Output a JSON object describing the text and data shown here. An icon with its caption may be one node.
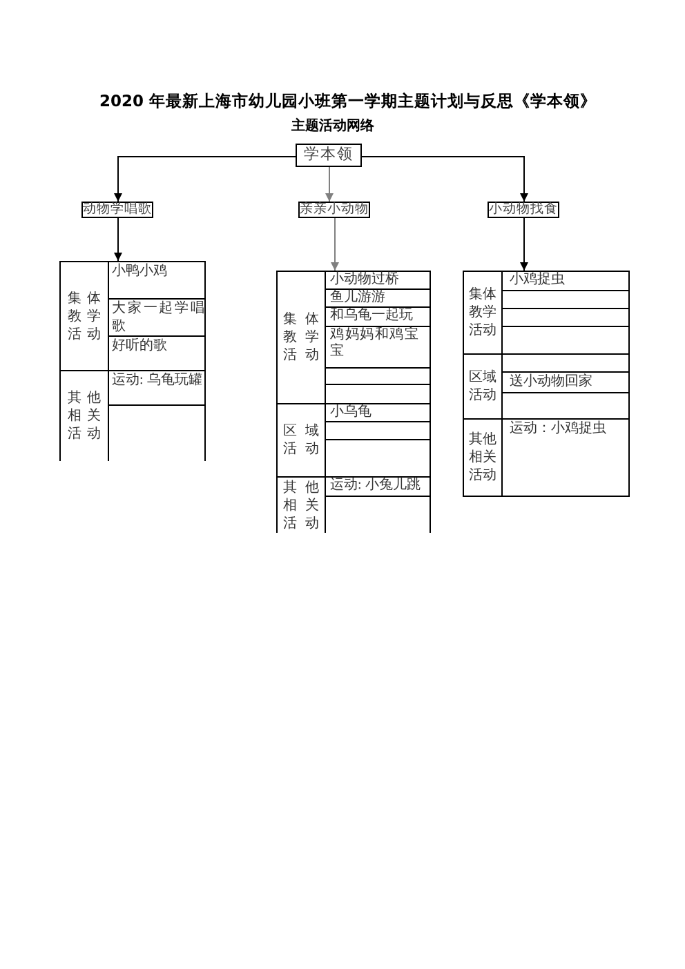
{
  "diagram": {
    "title": "2020 年最新上海市幼儿园小班第一学期主题计划与反思《学本领》",
    "nodes": [
      {
        "text": [
          "学本领"
        ]
      },
      {
        "text": [
          "动物学唱歌"
        ]
      },
      {
        "text": [
          "亲亲小动物"
        ]
      },
      {
        "text": [
          "小动物找食"
        ]
      },
      {
        "text": [],
        "shape": "table"
      },
      {
        "text": [
          "集体教学活动"
        ],
        "in": 4
      },
      {
        "text": [
          "小鸭小鸡"
        ],
        "in": 4
      },
      {
        "text": [
          "大家一起学唱歌"
        ],
        "in": 4
      },
      {
        "text": [
          "好听的歌"
        ],
        "in": 4
      },
      {
        "text": [
          "其他相关活动"
        ],
        "in": 4
      },
      {
        "text": [
          "运动: 乌龟玩罐"
        ],
        "in": 4
      },
      {
        "text": [],
        "shape": "box",
        "in": 4
      },
      {
        "text": [],
        "shape": "table"
      },
      {
        "text": [
          "集体教学活动"
        ],
        "in": 12
      },
      {
        "text": [
          "小动物过桥"
        ],
        "in": 12
      },
      {
        "text": [
          "鱼儿游游"
        ],
        "in": 12
      },
      {
        "text": [
          "和乌龟一起玩"
        ],
        "in": 12
      },
      {
        "text": [
          "鸡妈妈和鸡宝宝"
        ],
        "in": 12
      },
      {
        "text": [],
        "shape": "box",
        "in": 12
      },
      {
        "text": [],
        "shape": "box",
        "in": 12
      },
      {
        "text": [
          "区域活动"
        ],
        "in": 12
      },
      {
        "text": [
          "小乌龟"
        ],
        "in": 12
      },
      {
        "text": [],
        "shape": "box",
        "in": 12
      },
      {
        "text": [],
        "shape": "box",
        "in": 12
      },
      {
        "text": [
          "其他相关活动"
        ],
        "in": 12
      },
      {
        "text": [
          "运动: 小兔儿跳"
        ],
        "in": 12
      },
      {
        "text": [],
        "shape": "box",
        "in": 12
      },
      {
        "text": [],
        "shape": "table"
      },
      {
        "text": [
          "集体教学活动"
        ],
        "in": 27
      },
      {
        "text": [
          "小鸡捉虫"
        ],
        "in": 27
      },
      {
        "text": [],
        "shape": "box",
        "in": 27
      },
      {
        "text": [],
        "shape": "box",
        "in": 27
      },
      {
        "text": [],
        "shape": "box",
        "in": 27
      },
      {
        "text": [
          "区域活动"
        ],
        "in": 27
      },
      {
        "text": [],
        "shape": "box",
        "in": 27
      },
      {
        "text": [
          "送小动物回家"
        ],
        "in": 27
      },
      {
        "text": [],
        "shape": "box",
        "in": 27
      },
      {
        "text": [
          "其他相关活动"
        ],
        "in": 27
      },
      {
        "text": [
          "运动：小鸡捉虫"
        ],
        "in": 27
      }
    ],
    "edges": [
      {
        "from": 0,
        "to": 1,
        "arrow": "to"
      },
      {
        "from": 0,
        "to": 2,
        "arrow": "to",
        "color": "#808080"
      },
      {
        "from": 0,
        "to": 3,
        "arrow": "to"
      },
      {
        "from": 1,
        "to": 4,
        "arrow": "to"
      },
      {
        "from": 2,
        "to": 12,
        "arrow": "to",
        "color": "#808080"
      },
      {
        "from": 3,
        "to": 27,
        "arrow": "to"
      }
    ],
    "labels": [
      "主题活动网络"
    ]
  }
}
